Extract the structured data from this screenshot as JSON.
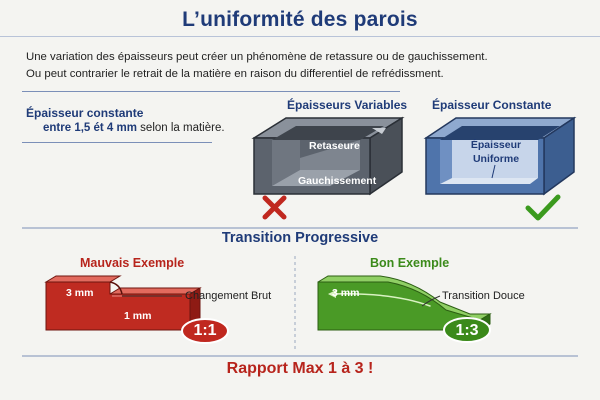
{
  "title": "L’uniformité des parois",
  "intro": {
    "line1": "Une variation des épaisseurs peut créer un phénomène de retassure ou de gauchissement.",
    "line2": "Ou peut contrarier le retrait de la matière en raison du differentiel de refrédissment."
  },
  "constant_note": {
    "heading": "Épaisseur constante",
    "range": "entre 1,5 ét 4 mm",
    "suffix": "selon la matière."
  },
  "variable_panel": {
    "heading": "Épaisseurs Variables",
    "label_top": "Retaseure",
    "label_bottom": "Gauchissement",
    "verdict_icon": "cross-icon"
  },
  "constant_panel": {
    "heading": "Épaisseur Constante",
    "label_line1": "Épaisseur",
    "label_line2": "Uniforme",
    "verdict_icon": "check-icon"
  },
  "transition": {
    "heading": "Transition Progressive",
    "bad": {
      "heading": "Mauvais Exemple",
      "thick": "3 mm",
      "thin": "1 mm",
      "annotation": "Changement Brut",
      "ratio": "1:1"
    },
    "good": {
      "heading": "Bon Exemple",
      "thick": "3 mm",
      "annotation": "Transition Douce",
      "ratio": "1:3"
    }
  },
  "footer": "Rapport Max 1 à 3 !",
  "colors": {
    "title_blue": "#1f3b78",
    "bad_red": "#b7241c",
    "good_green": "#3b8a1a",
    "variable_gray": "#5c636d",
    "constant_blue": "#4f74ab"
  }
}
